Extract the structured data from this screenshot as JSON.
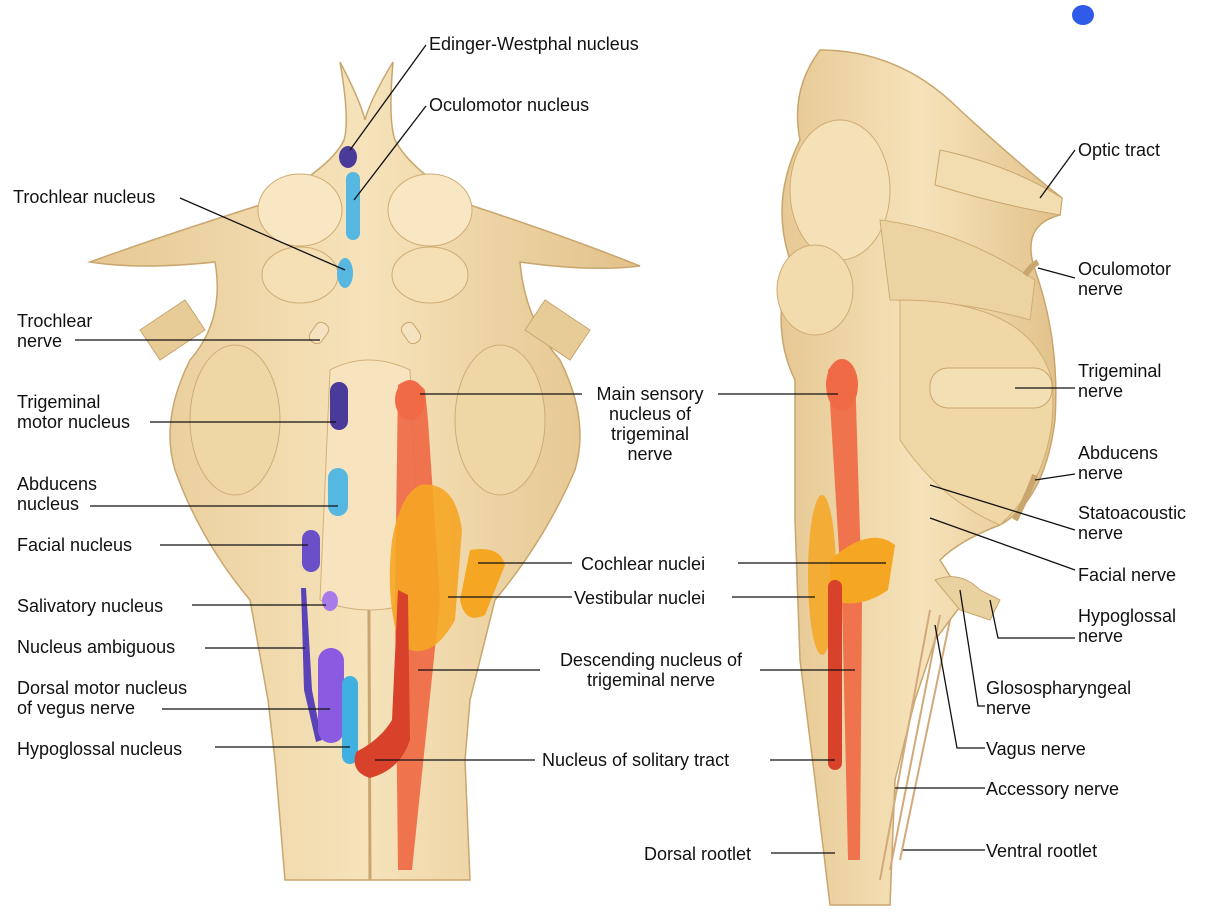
{
  "labels": {
    "edinger_westphal": "Edinger-Westphal nucleus",
    "oculomotor_nucleus": "Oculomotor nucleus",
    "trochlear_nucleus": "Trochlear nucleus",
    "trochlear_nerve": "Trochlear\nnerve",
    "trigeminal_motor_nucleus": "Trigeminal\nmotor nucleus",
    "abducens_nucleus": "Abducens\nnucleus",
    "facial_nucleus": "Facial nucleus",
    "salivatory_nucleus": "Salivatory nucleus",
    "nucleus_ambiguous": "Nucleus ambiguous",
    "dorsal_motor_nucleus": "Dorsal motor nucleus\nof vegus nerve",
    "hypoglossal_nucleus": "Hypoglossal nucleus",
    "main_sensory_nucleus": "Main sensory\nnucleus of\ntrigeminal\nnerve",
    "cochlear_nuclei": "Cochlear nuclei",
    "vestibular_nuclei": "Vestibular nuclei",
    "descending_nucleus": "Descending nucleus of\ntrigeminal nerve",
    "nucleus_solitary_tract": "Nucleus of solitary tract",
    "dorsal_rootlet": "Dorsal rootlet",
    "optic_tract": "Optic tract",
    "oculomotor_nerve": "Oculomotor\nnerve",
    "trigeminal_nerve": "Trigeminal\nnerve",
    "abducens_nerve": "Abducens\nnerve",
    "statoacoustic_nerve": "Statoacoustic\nnerve",
    "facial_nerve": "Facial nerve",
    "hypoglossal_nerve": "Hypoglossal\nnerve",
    "glossopharyngeal_nerve": "Glosospharyngeal\nnerve",
    "vagus_nerve": "Vagus nerve",
    "accessory_nerve": "Accessory nerve",
    "ventral_rootlet": "Ventral rootlet"
  },
  "colors": {
    "tissue": "#f2dcae",
    "tissue_shadow": "#d9b97f",
    "motor_dark": "#4a3a9a",
    "motor_light": "#56b8e0",
    "motor_purple": "#8a5ae0",
    "sensory_orange": "#ef6a45",
    "cochlear_gold": "#f5a623",
    "solitary_red": "#d8412a",
    "marker_blue": "#2f5be8"
  }
}
